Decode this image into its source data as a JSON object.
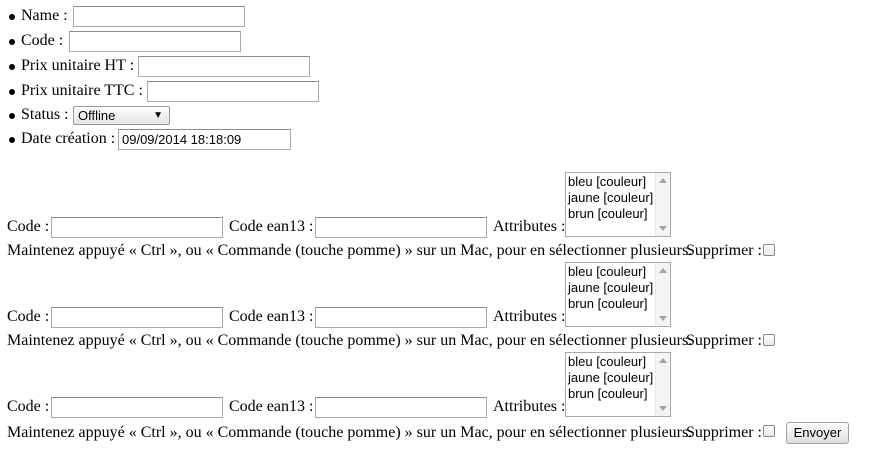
{
  "product_form": {
    "name_label": "Name :",
    "name_value": "",
    "code_label": "Code :",
    "code_value": "",
    "prix_ht_label": "Prix unitaire HT :",
    "prix_ht_value": "",
    "prix_ttc_label": "Prix unitaire TTC :",
    "prix_ttc_value": "",
    "status_label": "Status :",
    "status_selected": "Offline",
    "date_label": "Date création :",
    "date_value": "09/09/2014 18:18:09"
  },
  "variants": [
    {
      "code_label": "Code :",
      "ean_label": "Code ean13 :",
      "attributes_label": "Attributes :",
      "attribute_options": [
        "bleu [couleur]",
        "jaune [couleur]",
        "brun [couleur]"
      ],
      "help_text": "Maintenez appuyé « Ctrl », ou « Commande (touche pomme) » sur un Mac, pour en sélectionner plusieurs.",
      "delete_label": "Supprimer :"
    },
    {
      "code_label": "Code :",
      "ean_label": "Code ean13 :",
      "attributes_label": "Attributes :",
      "attribute_options": [
        "bleu [couleur]",
        "jaune [couleur]",
        "brun [couleur]"
      ],
      "help_text": "Maintenez appuyé « Ctrl », ou « Commande (touche pomme) » sur un Mac, pour en sélectionner plusieurs.",
      "delete_label": "Supprimer :"
    },
    {
      "code_label": "Code :",
      "ean_label": "Code ean13 :",
      "attributes_label": "Attributes :",
      "attribute_options": [
        "bleu [couleur]",
        "jaune [couleur]",
        "brun [couleur]"
      ],
      "help_text": "Maintenez appuyé « Ctrl », ou « Commande (touche pomme) » sur un Mac, pour en sélectionner plusieurs.",
      "delete_label": "Supprimer :"
    }
  ],
  "submit_label": "Envoyer"
}
